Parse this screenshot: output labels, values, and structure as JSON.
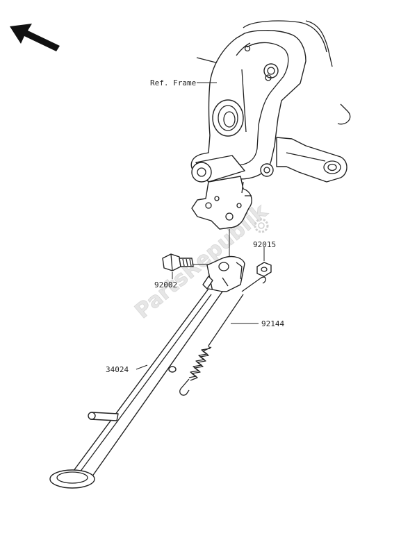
{
  "labels": {
    "ref_frame": "Ref. Frame",
    "p92015": "92015",
    "p92002": "92002",
    "p92144": "92144",
    "p34024": "34024"
  },
  "watermark": "PartsRepublik",
  "colors": {
    "line": "#222222",
    "watermark": "#e6e6e6",
    "background": "#ffffff"
  },
  "icons": [
    "front-direction-arrow-icon",
    "gear-watermark-icon"
  ]
}
